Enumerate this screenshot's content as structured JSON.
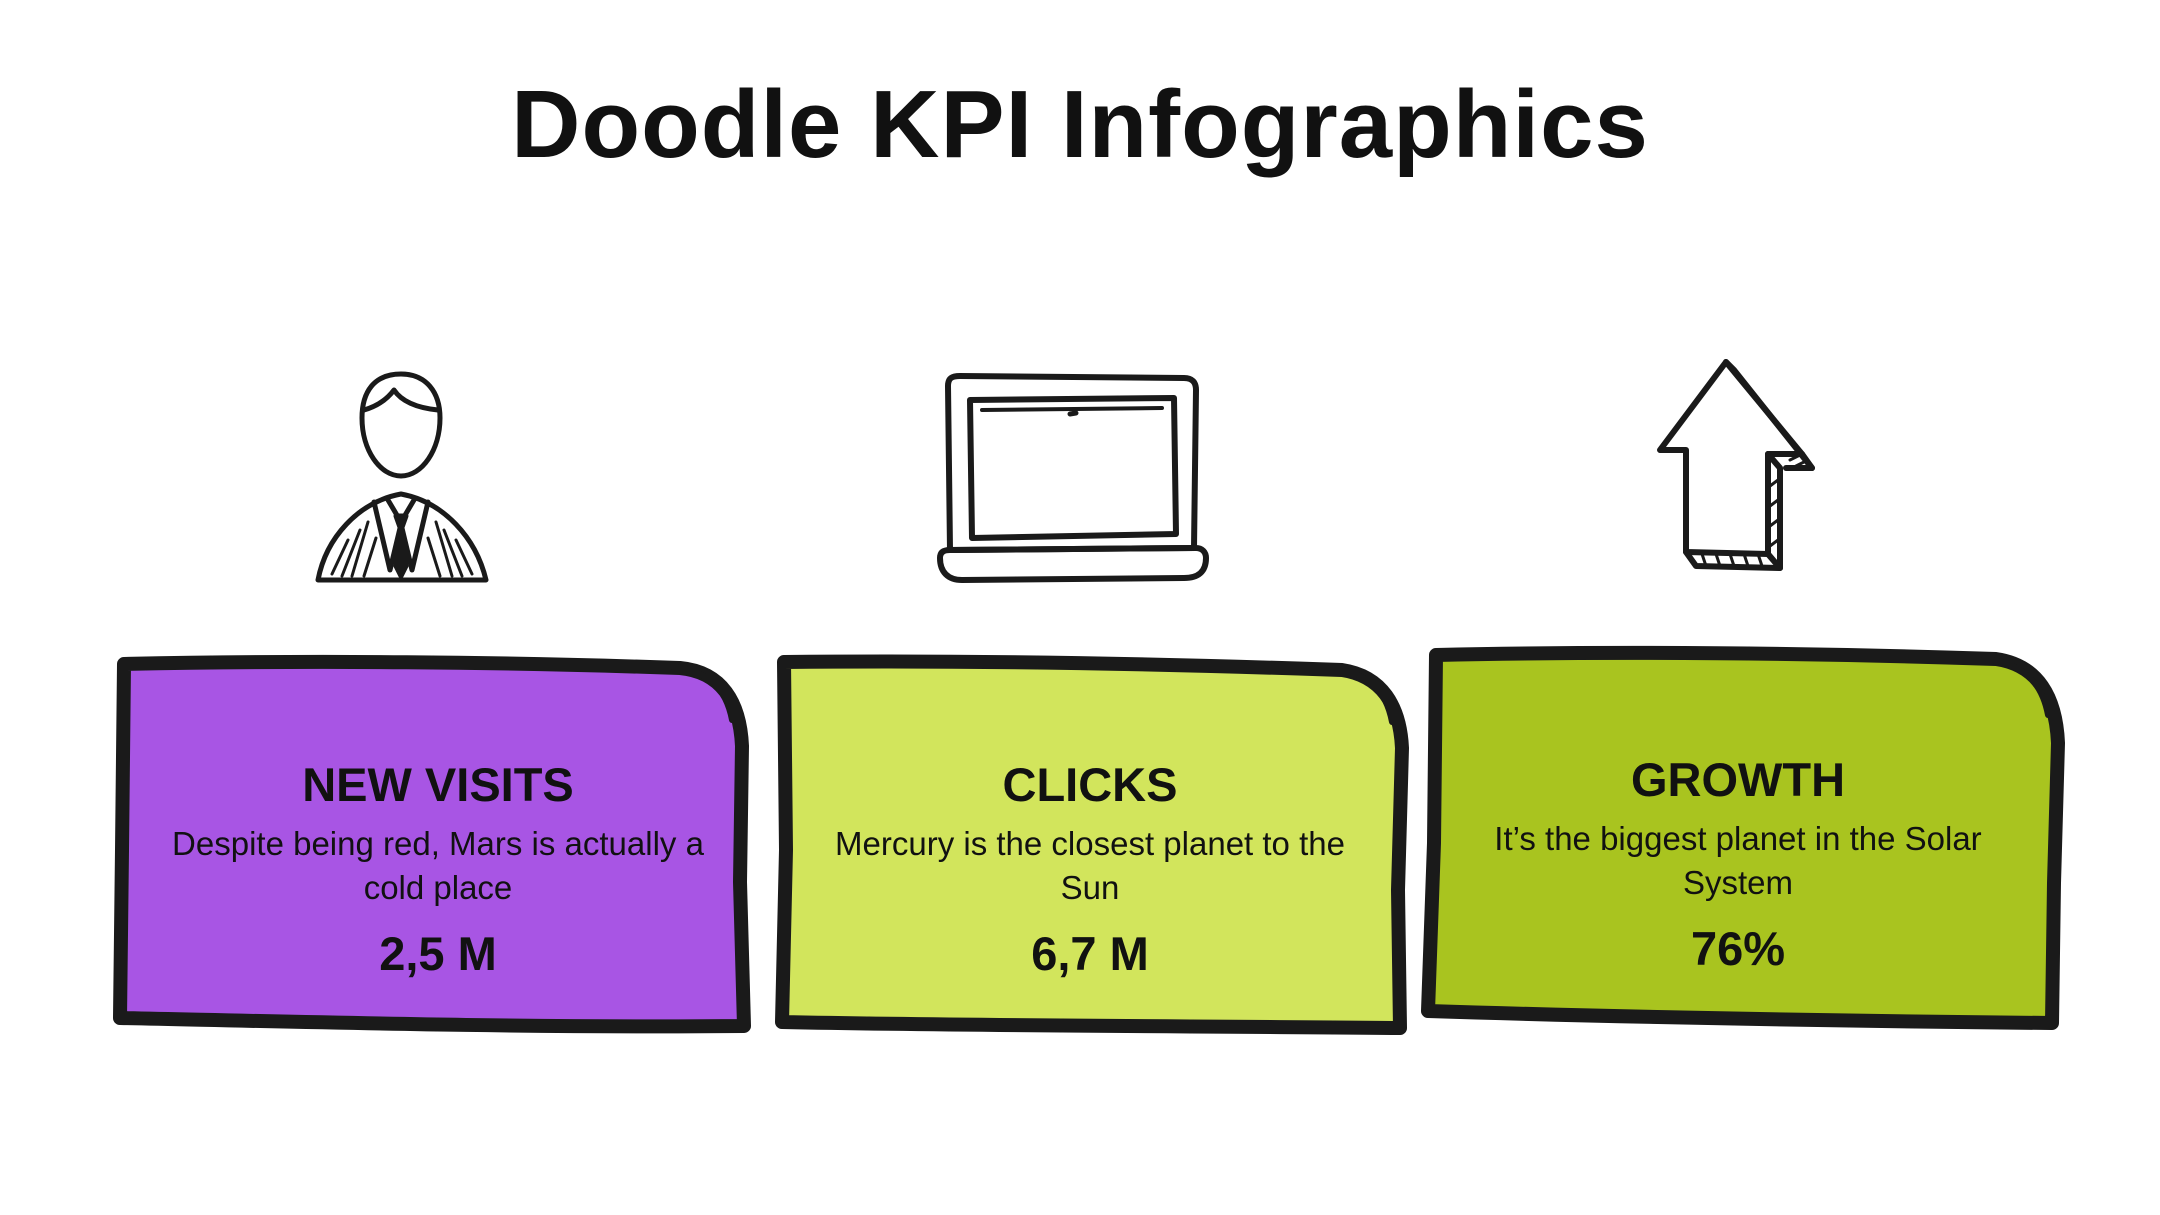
{
  "title": "Doodle KPI Infographics",
  "colors": {
    "purple": "#A855E4",
    "light_green": "#D2E55C",
    "olive_green": "#A9C41F",
    "ink": "#1A1A1A",
    "background": "#FFFFFF"
  },
  "kpis": [
    {
      "icon": "businessman-icon",
      "heading": "NEW VISITS",
      "description": "Despite being red, Mars is actually a cold place",
      "value": "2,5 M",
      "color": "#A855E4"
    },
    {
      "icon": "laptop-icon",
      "heading": "CLICKS",
      "description": "Mercury is the closest planet to the Sun",
      "value": "6,7 M",
      "color": "#D2E55C"
    },
    {
      "icon": "up-arrow-icon",
      "heading": "GROWTH",
      "description": "It’s the biggest planet in the Solar System",
      "value": "76%",
      "color": "#A9C41F"
    }
  ]
}
